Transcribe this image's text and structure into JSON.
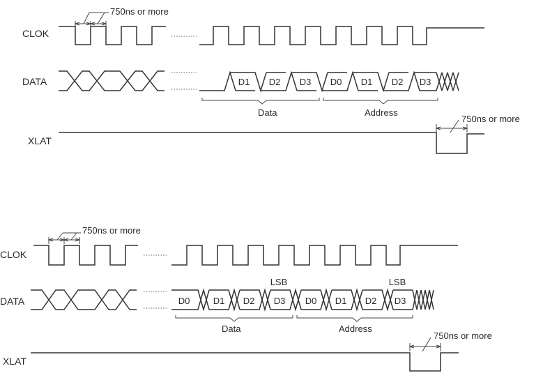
{
  "signals": {
    "clock": "CLOK",
    "data": "DATA",
    "latch": "XLAT"
  },
  "timing_note": "750ns or more",
  "groups": {
    "data": "Data",
    "address": "Address"
  },
  "lsb_label": "LSB",
  "diagram_top": {
    "data_cells": [
      "D1",
      "D2",
      "D3"
    ],
    "address_cells": [
      "D0",
      "D1",
      "D2",
      "D3"
    ]
  },
  "diagram_bottom": {
    "data_cells": [
      "D0",
      "D1",
      "D2",
      "D3"
    ],
    "address_cells": [
      "D0",
      "D1",
      "D2",
      "D3"
    ]
  }
}
